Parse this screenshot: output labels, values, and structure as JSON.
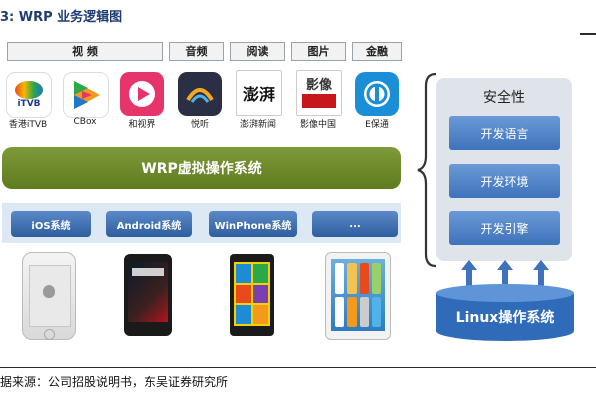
{
  "title": "3:  WRP 业务逻辑图",
  "categories": {
    "video": "视  频",
    "audio": "音频",
    "reading": "阅读",
    "pictures": "图片",
    "finance": "金融"
  },
  "apps": [
    {
      "label": "香港iTVB",
      "icon": "itvb-logo",
      "tile_text": "iTVB",
      "color": "#e84a1c"
    },
    {
      "label": "CBox",
      "icon": "cbox-logo",
      "tile_text": "",
      "color": "#f39a1c"
    },
    {
      "label": "和视界",
      "icon": "heshijie-logo",
      "tile_text": "",
      "color": "#e6356b"
    },
    {
      "label": "悦听",
      "icon": "yueting-logo",
      "tile_text": "",
      "color": "#2b2f45"
    },
    {
      "label": "澎湃新闻",
      "icon": "pengpai-logo",
      "tile_text": "澎湃",
      "color": "#ffffff"
    },
    {
      "label": "影像中国",
      "icon": "yingxiang-logo",
      "tile_text": "影像",
      "color": "#c8161d"
    },
    {
      "label": "E保通",
      "icon": "ebaotong-logo",
      "tile_text": "",
      "color": "#1a8fd8"
    }
  ],
  "wrp_label": "WRP虚拟操作系统",
  "os_buttons": [
    "iOS系统",
    "Android系统",
    "WinPhone系统",
    "..."
  ],
  "devices": [
    "iphone-device-icon",
    "android-phone-device-icon",
    "winphone-device-icon",
    "ipad-device-icon"
  ],
  "security": {
    "title": "安全性",
    "items": [
      "开发语言",
      "开发环境",
      "开发引擎"
    ]
  },
  "linux_label": "Linux操作系统",
  "source": "据来源：公司招股说明书，东吴证券研究所",
  "colors": {
    "title_blue": "#1f3b73",
    "wrp_green": "#6b8a2b",
    "os_blue": "#3a6aad",
    "security_blue": "#4f86cc",
    "linux_blue": "#2f6bb8"
  }
}
